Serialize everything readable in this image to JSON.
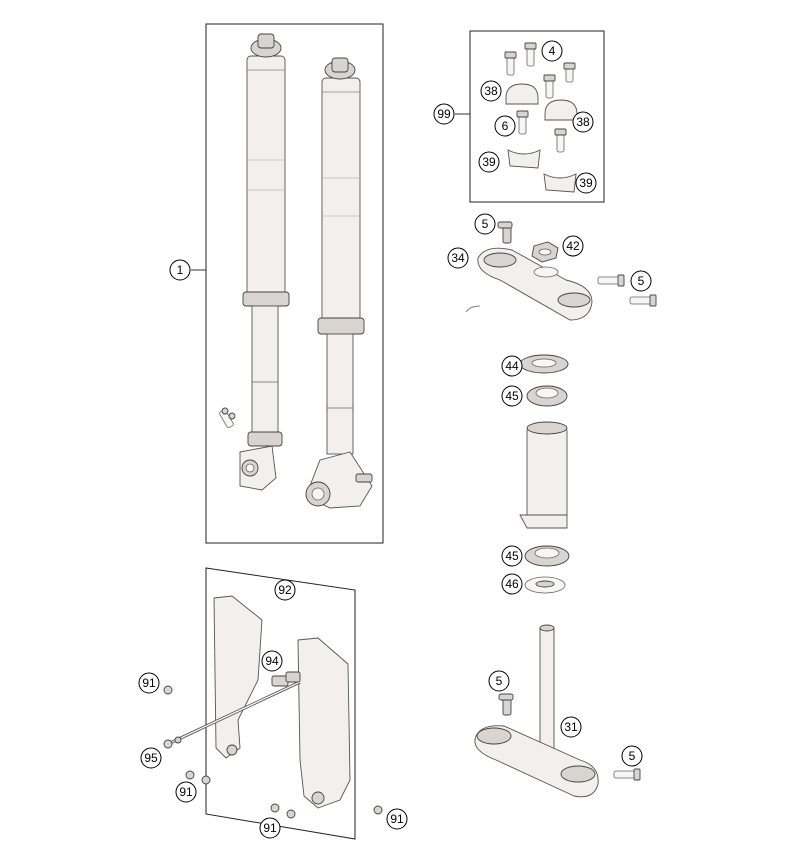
{
  "diagram": {
    "callouts": {
      "c1": "1",
      "c4": "4",
      "c38a": "38",
      "c99": "99",
      "c6": "6",
      "c38b": "38",
      "c39a": "39",
      "c39b": "39",
      "c5a": "5",
      "c42": "42",
      "c34": "34",
      "c5b": "5",
      "c44": "44",
      "c45a": "45",
      "c45b": "45",
      "c46": "46",
      "c92": "92",
      "c94": "94",
      "c91a": "91",
      "c95": "95",
      "c91b": "91",
      "c91c": "91",
      "c91d": "91",
      "c5c": "5",
      "c31": "31",
      "c5d": "5"
    }
  }
}
